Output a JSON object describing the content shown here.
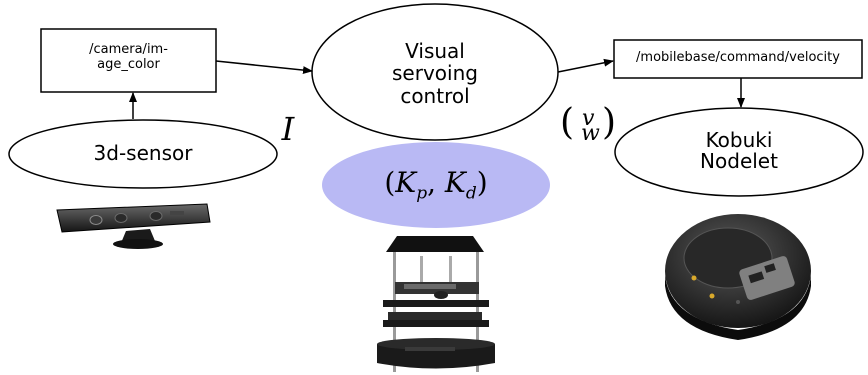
{
  "nodes": {
    "camera_topic": {
      "line1": "/camera/im-",
      "line2": "age_color"
    },
    "velocity_topic": {
      "label": "/mobilebase/command/velocity"
    },
    "visual_servoing": {
      "line1": "Visual",
      "line2": "servoing",
      "line3": "control"
    },
    "sensor": {
      "label": "3d-sensor"
    },
    "kobuki": {
      "line1": "Kobuki",
      "line2": "Nodelet"
    },
    "gains": {
      "open": "(",
      "kp": "K",
      "kp_sub": "p",
      "sep": ", ",
      "kd": "K",
      "kd_sub": "d",
      "close": ")"
    }
  },
  "edge_labels": {
    "image": "I",
    "velocity": {
      "open": "(",
      "v": "v",
      "w": "w",
      "close": ")"
    }
  },
  "colors": {
    "stroke": "#000000",
    "gains_fill": "#b9b9f4",
    "background": "#ffffff"
  },
  "images": {
    "sensor": "kinect-sensor-image",
    "robot": "turtlebot-robot-image",
    "base": "kobuki-base-image"
  }
}
